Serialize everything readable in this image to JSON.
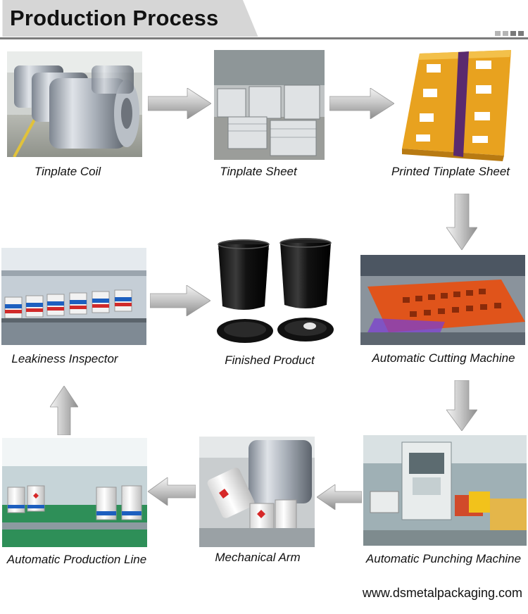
{
  "header": {
    "title": "Production Process"
  },
  "steps": [
    {
      "label": "Tinplate Coil"
    },
    {
      "label": "Tinplate Sheet"
    },
    {
      "label": "Printed Tinplate Sheet"
    },
    {
      "label": "Automatic Cutting Machine"
    },
    {
      "label": "Finished Product"
    },
    {
      "label": "Leakiness Inspector"
    },
    {
      "label": "Automatic Production Line"
    },
    {
      "label": "Mechanical Arm"
    },
    {
      "label": "Automatic Punching Machine"
    }
  ],
  "footer": {
    "website": "www.dsmetalpackaging.com"
  },
  "colors": {
    "arrow": "#a9a9a9",
    "title_tab": "#d6d6d6",
    "rule": "#7b7b7b"
  }
}
